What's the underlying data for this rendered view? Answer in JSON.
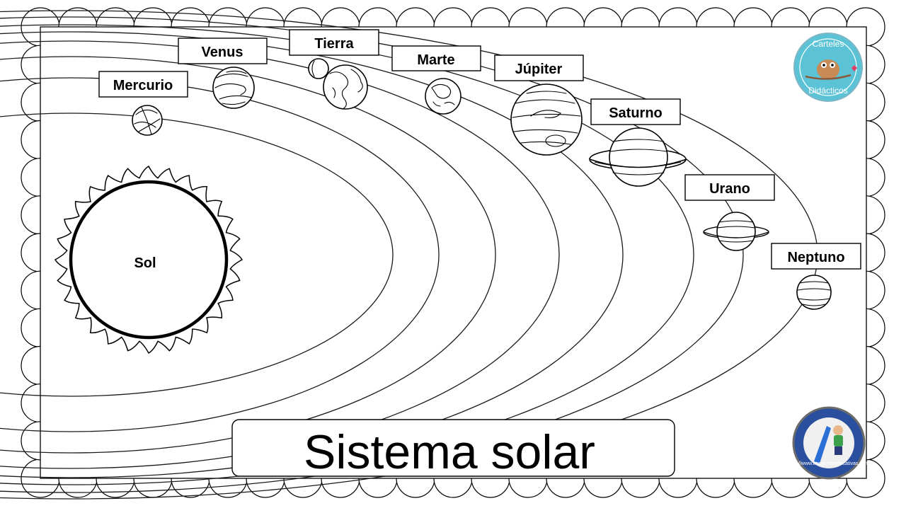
{
  "title": "Sistema solar",
  "sun": {
    "label": "Sol"
  },
  "planets": [
    {
      "name": "Mercurio"
    },
    {
      "name": "Venus"
    },
    {
      "name": "Tierra"
    },
    {
      "name": "Marte"
    },
    {
      "name": "Júpiter"
    },
    {
      "name": "Saturno"
    },
    {
      "name": "Urano"
    },
    {
      "name": "Neptuno"
    }
  ],
  "logos": {
    "top": {
      "line1": "Carteles",
      "line2": "Didácticos",
      "accent": "#5cc3d6"
    },
    "bottom": {
      "text": "http://www.imageneseducativas.com",
      "accent": "#2a4f9e"
    }
  },
  "colors": {
    "ink": "#000000",
    "paper": "#ffffff"
  }
}
